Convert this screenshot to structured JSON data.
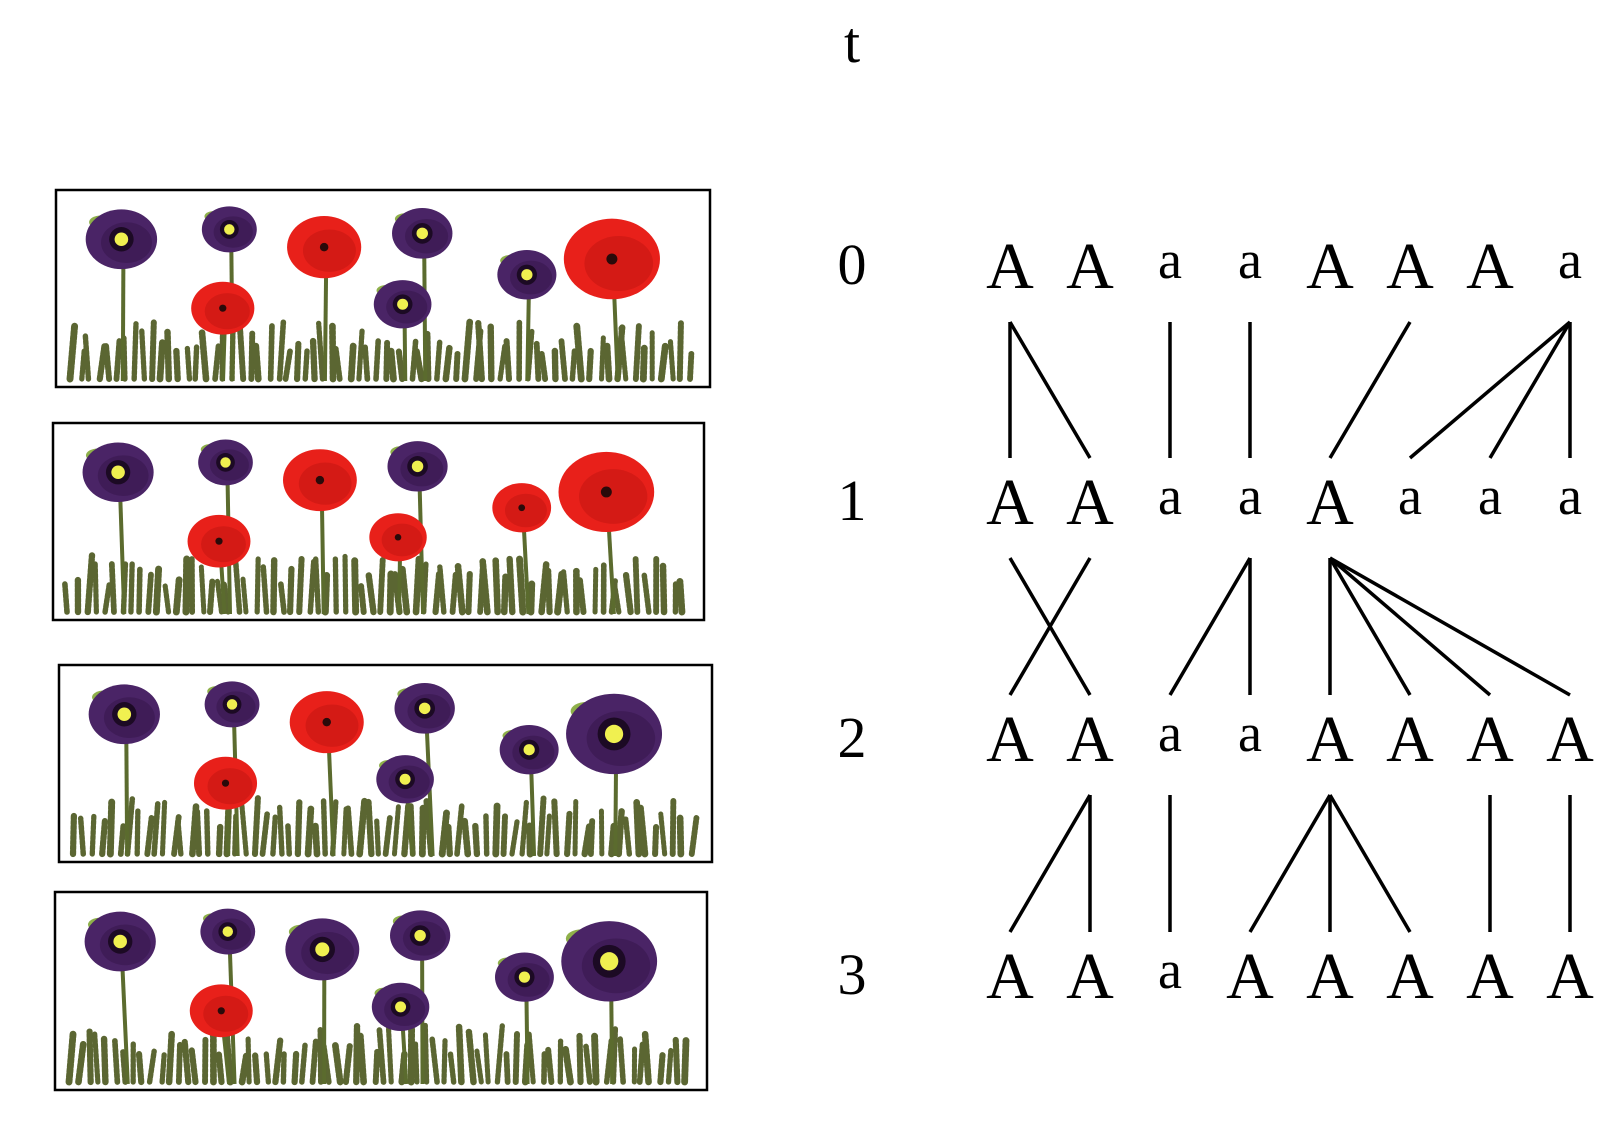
{
  "time_label": "t",
  "generations": [
    {
      "t": "0",
      "alleles": [
        "A",
        "A",
        "a",
        "a",
        "A",
        "A",
        "A",
        "a"
      ],
      "flowers": [
        "purple",
        "purple",
        "red",
        "purple",
        "red",
        "purple",
        "purple",
        "red"
      ]
    },
    {
      "t": "1",
      "alleles": [
        "A",
        "A",
        "a",
        "a",
        "A",
        "a",
        "a",
        "a"
      ],
      "flowers": [
        "purple",
        "purple",
        "red",
        "purple",
        "red",
        "red",
        "red",
        "red"
      ]
    },
    {
      "t": "2",
      "alleles": [
        "A",
        "A",
        "a",
        "a",
        "A",
        "A",
        "A",
        "A"
      ],
      "flowers": [
        "purple",
        "purple",
        "red",
        "purple",
        "red",
        "purple",
        "purple",
        "purple"
      ]
    },
    {
      "t": "3",
      "alleles": [
        "A",
        "A",
        "a",
        "A",
        "A",
        "A",
        "A",
        "A"
      ],
      "flowers": [
        "purple",
        "purple",
        "purple",
        "purple",
        "red",
        "purple",
        "purple",
        "purple"
      ]
    }
  ],
  "lineage": [
    [
      [
        0,
        0
      ],
      [
        0,
        1
      ],
      [
        2,
        2
      ],
      [
        3,
        3
      ],
      [
        5,
        4
      ],
      [
        7,
        5
      ],
      [
        7,
        6
      ],
      [
        7,
        7
      ]
    ],
    [
      [
        0,
        1
      ],
      [
        1,
        0
      ],
      [
        3,
        2
      ],
      [
        3,
        3
      ],
      [
        4,
        4
      ],
      [
        4,
        5
      ],
      [
        4,
        6
      ],
      [
        4,
        7
      ]
    ],
    [
      [
        1,
        0
      ],
      [
        1,
        1
      ],
      [
        2,
        2
      ],
      [
        4,
        3
      ],
      [
        4,
        4
      ],
      [
        4,
        5
      ],
      [
        6,
        6
      ],
      [
        7,
        7
      ]
    ]
  ],
  "colors": {
    "purple": "#4a2466",
    "purple_dark": "#2a0f3d",
    "red": "#e8201a",
    "red_dark": "#b0120e",
    "center_yellow": "#f0f050",
    "stem": "#5b6b2e",
    "grass": "#5b6632",
    "leaf": "#8fb04a"
  }
}
